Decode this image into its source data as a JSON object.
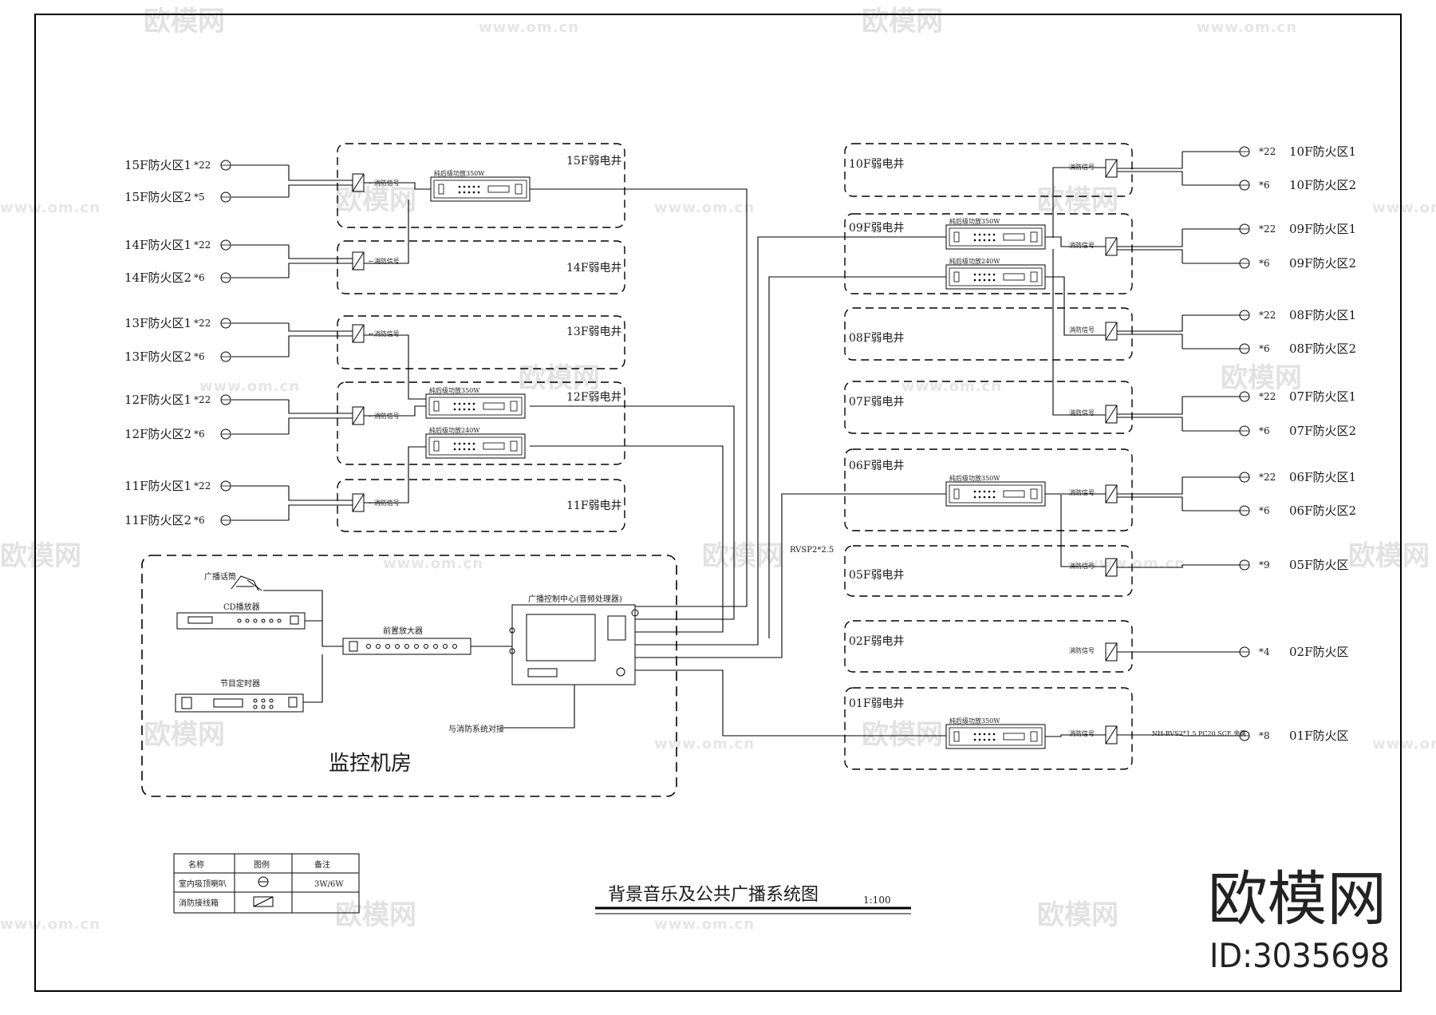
{
  "title": {
    "main": "背景音乐及公共广播系统图",
    "scale": "1:100"
  },
  "brand": {
    "logo_text": "欧模网",
    "id_text": "ID:3035698"
  },
  "watermark": {
    "text": "欧模网",
    "url": "www.om.cn"
  },
  "left_floors": [
    {
      "shaft": "15F弱电井",
      "zones": [
        {
          "label": "15F防火区1",
          "count": "*22"
        },
        {
          "label": "15F防火区2",
          "count": "*5"
        }
      ],
      "amp": "純后级功放350W"
    },
    {
      "shaft": "14F弱电井",
      "zones": [
        {
          "label": "14F防火区1",
          "count": "*22"
        },
        {
          "label": "14F防火区2",
          "count": "*6"
        }
      ]
    },
    {
      "shaft": "13F弱电井",
      "zones": [
        {
          "label": "13F防火区1",
          "count": "*22"
        },
        {
          "label": "13F防火区2",
          "count": "*6"
        }
      ]
    },
    {
      "shaft": "12F弱电井",
      "zones": [
        {
          "label": "12F防火区1",
          "count": "*22"
        },
        {
          "label": "12F防火区2",
          "count": "*6"
        }
      ],
      "amp": "純后级功放350W",
      "amp2": "純后级功放240W"
    },
    {
      "shaft": "11F弱电井",
      "zones": [
        {
          "label": "11F防火区1",
          "count": "*22"
        },
        {
          "label": "11F防火区2",
          "count": "*6"
        }
      ]
    }
  ],
  "right_floors": [
    {
      "shaft": "10F弱电井",
      "zones": [
        {
          "label": "10F防火区1",
          "count": "*22"
        },
        {
          "label": "10F防火区2",
          "count": "*6"
        }
      ]
    },
    {
      "shaft": "09F弱电井",
      "zones": [
        {
          "label": "09F防火区1",
          "count": "*22"
        },
        {
          "label": "09F防火区2",
          "count": "*6"
        }
      ],
      "amp": "純后级功放350W",
      "amp2": "純后级功放240W"
    },
    {
      "shaft": "08F弱电井",
      "zones": [
        {
          "label": "08F防火区1",
          "count": "*22"
        },
        {
          "label": "08F防火区2",
          "count": "*6"
        }
      ]
    },
    {
      "shaft": "07F弱电井",
      "zones": [
        {
          "label": "07F防火区1",
          "count": "*22"
        },
        {
          "label": "07F防火区2",
          "count": "*6"
        }
      ]
    },
    {
      "shaft": "06F弱电井",
      "zones": [
        {
          "label": "06F防火区1",
          "count": "*22"
        },
        {
          "label": "06F防火区2",
          "count": "*6"
        }
      ],
      "amp": "純后级功放350W"
    },
    {
      "shaft": "05F弱电井",
      "zones": [
        {
          "label": "05F防火区",
          "count": "*9"
        }
      ]
    },
    {
      "shaft": "02F弱电井",
      "zones": [
        {
          "label": "02F防火区",
          "count": "*4"
        }
      ]
    },
    {
      "shaft": "01F弱电井",
      "zones": [
        {
          "label": "01F防火区",
          "count": "*8"
        }
      ],
      "amp": "純后级功放350W"
    }
  ],
  "fire_signal_label": "消防信号",
  "cable_trunk": "RVSP2*2.5",
  "cable_01f": "NH-RVS2*1.5 PC20 SCE 金属",
  "control_room": {
    "title": "监控机房",
    "mic": "广播话筒",
    "cd": "CD播放器",
    "preamp": "前置放大器",
    "timer": "节目定时器",
    "center": "广播控制中心(音频处理器)",
    "fire_link": "与消防系统对接"
  },
  "legend": {
    "headers": [
      "名称",
      "图例",
      "备注"
    ],
    "rows": [
      {
        "name": "室内吸顶喇叭",
        "note": "3W/6W"
      },
      {
        "name": "消防接线箱",
        "note": ""
      }
    ]
  }
}
